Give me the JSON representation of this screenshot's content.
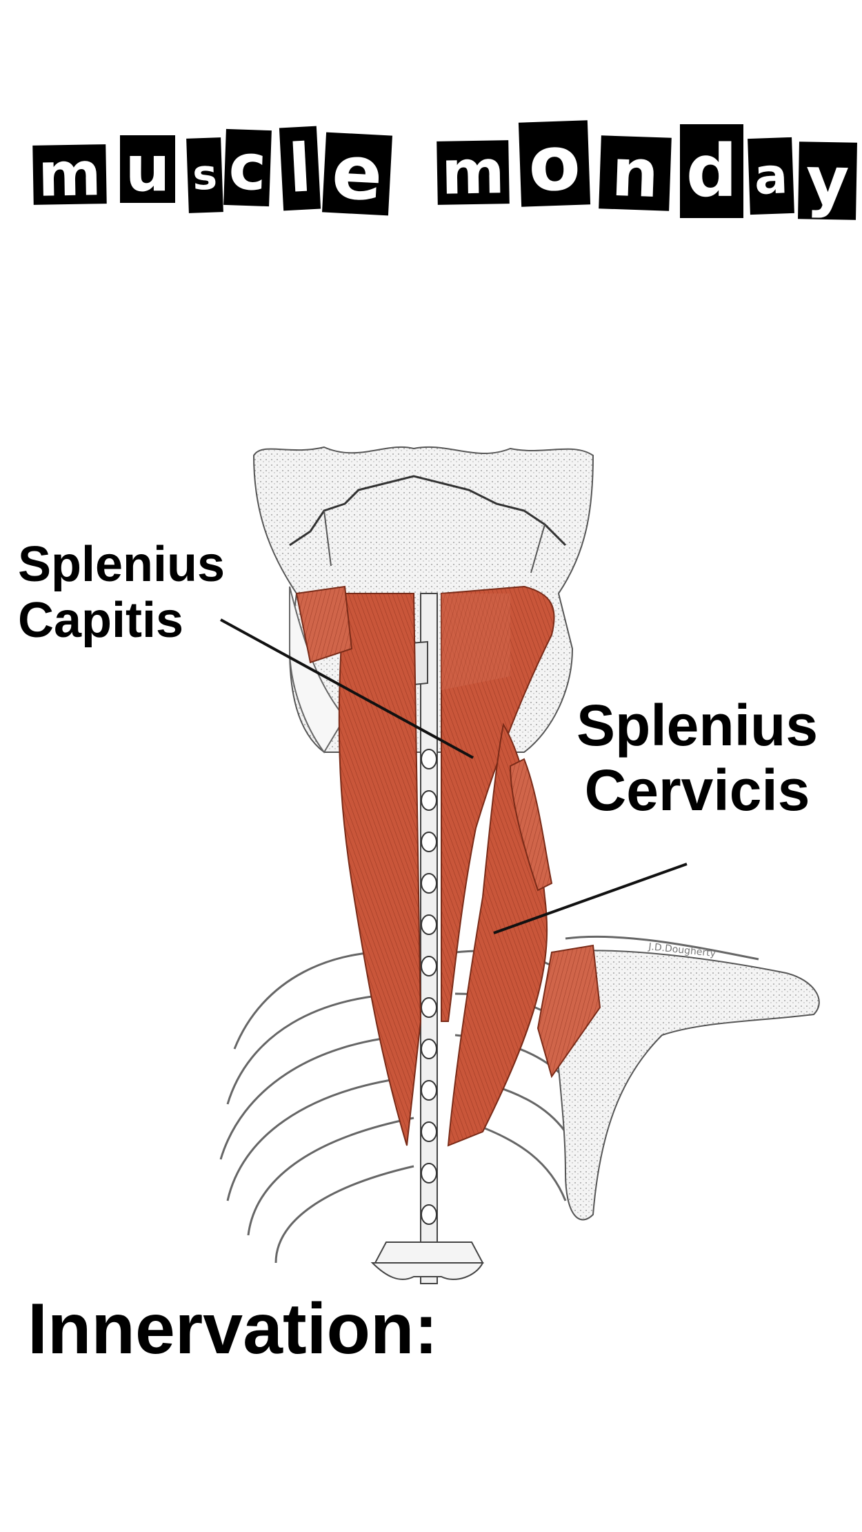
{
  "header": {
    "title_words": [
      [
        "m",
        "u",
        "s",
        "c",
        "l",
        "e"
      ],
      [
        "m",
        "o",
        "n",
        "d",
        "a",
        "y"
      ]
    ]
  },
  "labels": {
    "splenius_capitis": {
      "line1": "Splenius",
      "line2": "Capitis"
    },
    "splenius_cervicis": {
      "line1": "Splenius",
      "line2": "Cervicis"
    }
  },
  "footer": {
    "innervation": "Innervation:"
  },
  "illustration": {
    "signature": "J.D.Dougherty",
    "muscle_color": "#c9563a",
    "bone_color": "#f4f4f4"
  }
}
